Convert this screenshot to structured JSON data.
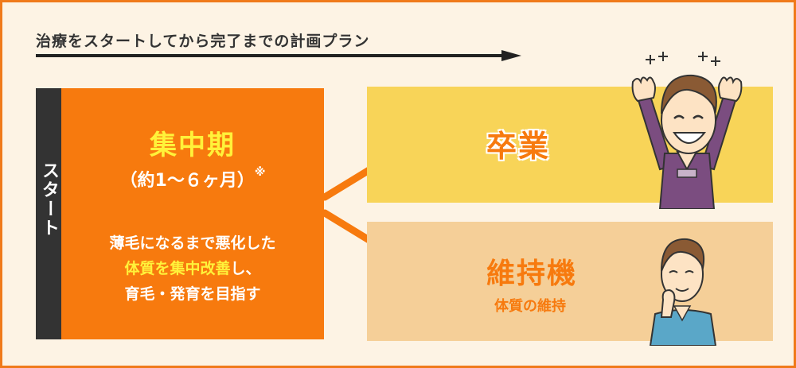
{
  "header": {
    "title": "治療をスタートしてから完了までの計画プラン"
  },
  "start_tab": {
    "label": "スタート"
  },
  "intensive": {
    "title": "集中期",
    "subtitle": "（約1〜６ヶ月）",
    "note_mark": "※",
    "desc_line1": "薄毛になるまで悪化した",
    "desc_line2_highlight": "体質を集中改善",
    "desc_line2_rest": "し、",
    "desc_line3": "育毛・発育を目指す"
  },
  "graduation": {
    "label": "卒業"
  },
  "maintenance": {
    "label": "維持機",
    "sub": "体質の維持"
  },
  "colors": {
    "orange": "#f77a0e",
    "yellow_text": "#fff23a",
    "grad_box": "#f8d458",
    "maint_box": "#f5cf98",
    "dark": "#333333"
  }
}
